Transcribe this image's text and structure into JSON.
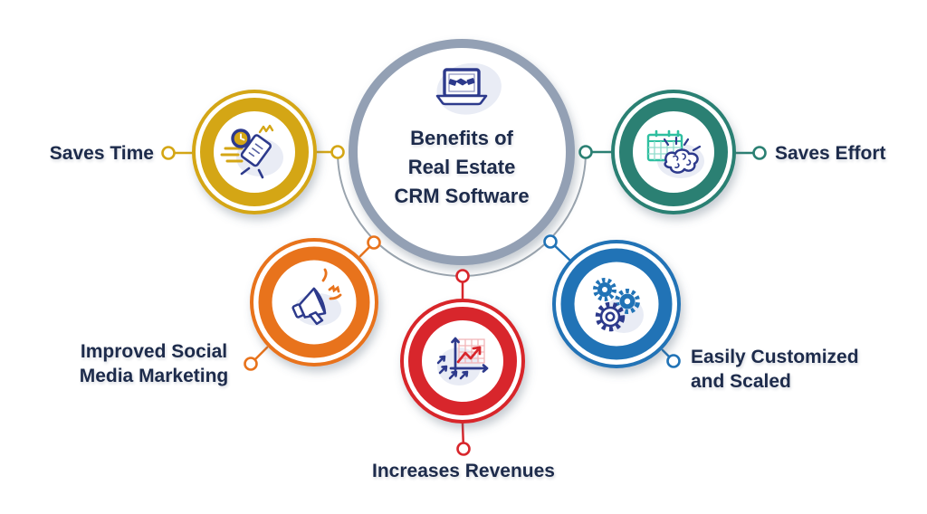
{
  "title": "Benefits of Real Estate CRM Software infographic",
  "center": {
    "title_lines": [
      "Benefits of",
      "Real Estate",
      "CRM Software"
    ],
    "icon": "laptop-handshake-icon"
  },
  "benefits": [
    {
      "id": "saves-time",
      "label": "Saves Time",
      "color_key": "gold",
      "icon": "running-document-clock-icon",
      "label_position": "left"
    },
    {
      "id": "saves-effort",
      "label": "Saves Effort",
      "color_key": "teal",
      "icon": "calendar-brain-icon",
      "label_position": "right"
    },
    {
      "id": "improved-social-media-marketing",
      "label": "Improved Social Media Marketing",
      "label_lines": [
        "Improved Social",
        "Media Marketing"
      ],
      "color_key": "orange",
      "icon": "megaphone-icon",
      "label_position": "bottom-left"
    },
    {
      "id": "increases-revenues",
      "label": "Increases Revenues",
      "color_key": "red",
      "icon": "growth-chart-icon",
      "label_position": "bottom"
    },
    {
      "id": "easily-customized-and-scaled",
      "label": "Easily Customized and Scaled",
      "label_lines": [
        "Easily Customized",
        "and Scaled"
      ],
      "color_key": "blue",
      "icon": "gears-icon",
      "label_position": "bottom-right"
    }
  ],
  "colors": {
    "gold": "#d4a615",
    "teal": "#2b8073",
    "teal_light": "#2fbfa0",
    "teal_grid": "#8fdccb",
    "orange": "#e8731c",
    "red": "#d8262c",
    "red_grid": "#f2b5b8",
    "blue": "#2173b6",
    "navy": "#2d3a8c",
    "slate": "#93a0b4",
    "arc": "#9aa4ae",
    "text": "#1d2b4b",
    "blob": "#e9ecf5"
  }
}
